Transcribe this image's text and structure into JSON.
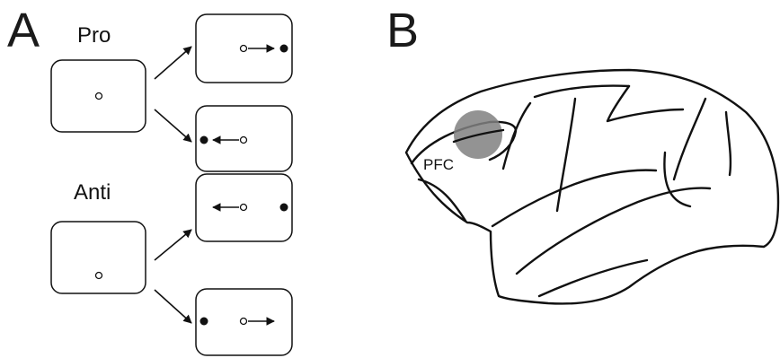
{
  "panels": {
    "a": {
      "letter": "A",
      "pro_label": "Pro",
      "anti_label": "Anti"
    },
    "b": {
      "letter": "B",
      "region_label": "PFC",
      "region_color": "#808080"
    }
  }
}
